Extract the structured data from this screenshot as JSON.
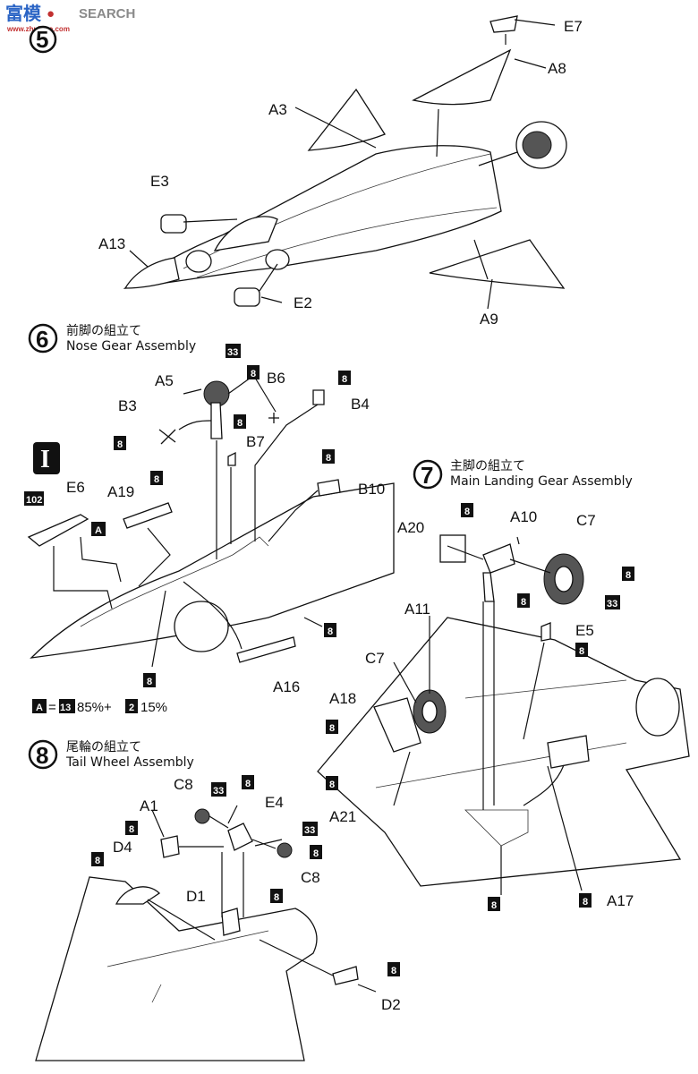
{
  "watermark": {
    "cn": "富模",
    "search": "SEARCH",
    "url": "www.zhuhmo.com"
  },
  "steps": {
    "s5": {
      "num": "5"
    },
    "s6": {
      "num": "6",
      "jp": "前脚の組立て",
      "en": "Nose Gear Assembly"
    },
    "s7": {
      "num": "7",
      "jp": "主脚の組立て",
      "en": "Main Landing Gear Assembly"
    },
    "s8": {
      "num": "8",
      "jp": "尾輪の組立て",
      "en": "Tail Wheel Assembly"
    }
  },
  "option_marker": "I",
  "color_note": {
    "box": "A",
    "eq": "=",
    "c1": "13",
    "p1": "85%+",
    "c2": "2",
    "p2": "15%"
  },
  "labels": {
    "E7": "E7",
    "A8": "A8",
    "A3": "A3",
    "E3": "E3",
    "A13": "A13",
    "E2": "E2",
    "A9": "A9",
    "A5": "A5",
    "B6": "B6",
    "B3": "B3",
    "B4": "B4",
    "B7": "B7",
    "B10": "B10",
    "E6": "E6",
    "A19": "A19",
    "A16": "A16",
    "A20": "A20",
    "A10": "A10",
    "C7a": "C7",
    "E5": "E5",
    "A11": "A11",
    "C7b": "C7",
    "A18": "A18",
    "A21": "A21",
    "A17": "A17",
    "C8a": "C8",
    "E4": "E4",
    "A1": "A1",
    "D4": "D4",
    "C8b": "C8",
    "D1": "D1",
    "D2": "D2"
  },
  "color_codes": {
    "c33": "33",
    "c8": "8",
    "c102": "102",
    "cA": "A"
  }
}
